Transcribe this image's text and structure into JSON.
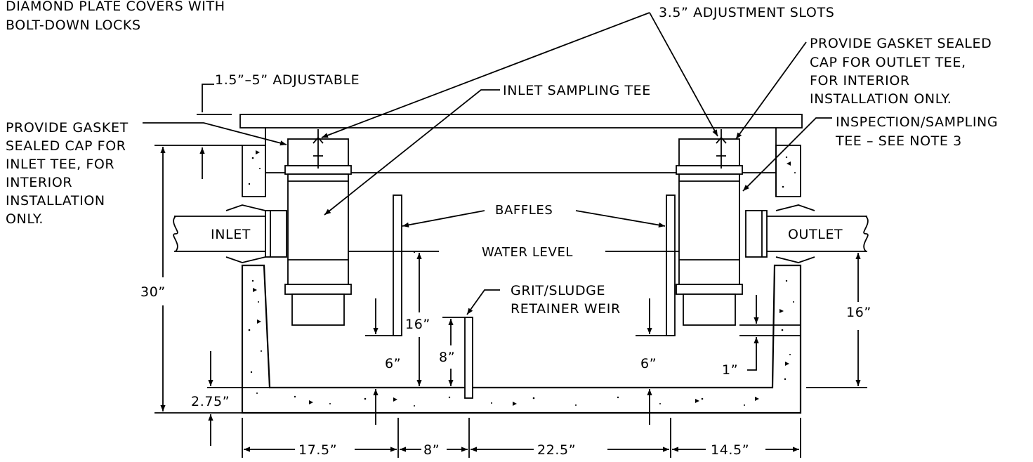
{
  "notes": {
    "diamond_plate_1": "DIAMOND PLATE COVERS WITH",
    "diamond_plate_2": "BOLT-DOWN LOCKS",
    "adjustment_slots": "3.5” ADJUSTMENT SLOTS",
    "outlet_cap_1": "PROVIDE GASKET SEALED",
    "outlet_cap_2": "CAP FOR OUTLET TEE,",
    "outlet_cap_3": "FOR INTERIOR",
    "outlet_cap_4": "INSTALLATION ONLY.",
    "adjustable": "1.5”–5” ADJUSTABLE",
    "inlet_sampling_tee": "INLET SAMPLING TEE",
    "inspection_tee_1": "INSPECTION/SAMPLING",
    "inspection_tee_2": "TEE – SEE NOTE 3",
    "inlet_cap_1": "PROVIDE GASKET",
    "inlet_cap_2": "SEALED CAP FOR",
    "inlet_cap_3": "INLET TEE, FOR",
    "inlet_cap_4": "INTERIOR",
    "inlet_cap_5": "INSTALLATION",
    "inlet_cap_6": "ONLY.",
    "baffles": "BAFFLES",
    "water_level": "WATER LEVEL",
    "weir_1": "GRIT/SLUDGE",
    "weir_2": "RETAINER WEIR"
  },
  "pipes": {
    "inlet": "INLET",
    "outlet": "OUTLET"
  },
  "dimensions": {
    "overall_height": "30”",
    "outlet_depth": "16”",
    "baffle_depth": "16”",
    "weir_height": "8”",
    "inlet_baffle_gap": "6”",
    "outlet_baffle_gap": "6”",
    "outlet_tee_gap": "1”",
    "floor_thickness": "2.75”",
    "seg_1": "17.5”",
    "seg_2": "8”",
    "seg_3": "22.5”",
    "seg_4": "14.5”"
  }
}
